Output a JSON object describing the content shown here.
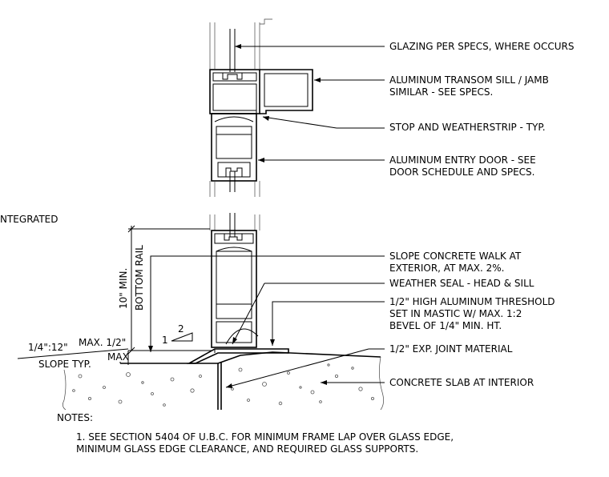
{
  "callouts": {
    "glazing": "GLAZING PER SPECS, WHERE OCCURS",
    "transom_1": "ALUMINUM TRANSOM SILL / JAMB",
    "transom_2": "SIMILAR - SEE SPECS.",
    "stop": "STOP AND WEATHERSTRIP - TYP.",
    "door_1": "ALUMINUM ENTRY DOOR - SEE",
    "door_2": "DOOR SCHEDULE AND SPECS.",
    "slope_1": "SLOPE CONCRETE WALK AT",
    "slope_2": "EXTERIOR, AT MAX. 2%.",
    "weather": "WEATHER SEAL - HEAD & SILL",
    "threshold_1": "1/2\" HIGH ALUMINUM THRESHOLD",
    "threshold_2": "SET IN MASTIC W/ MAX. 1:2",
    "threshold_3": "BEVEL OF 1/4\" MIN. HT.",
    "joint": "1/2\" EXP. JOINT MATERIAL",
    "slab": "CONCRETE SLAB AT INTERIOR"
  },
  "left": {
    "integrated": "NTEGRATED",
    "dim_vertical": "10\" MIN.",
    "bottom_rail": "BOTTOM RAIL",
    "slope_ratio": "1/4\":12\"",
    "max_half": "MAX. 1/2\"",
    "slope_typ": "SLOPE TYP.",
    "max": "MAX",
    "ratio_top": "2",
    "ratio_left": "1"
  },
  "notes": {
    "heading": "NOTES:",
    "line_1": "1. SEE SECTION 5404 OF U.B.C. FOR MINIMUM FRAME LAP OVER GLASS EDGE,",
    "line_2": "MINIMUM GLASS EDGE CLEARANCE, AND REQUIRED GLASS SUPPORTS."
  }
}
